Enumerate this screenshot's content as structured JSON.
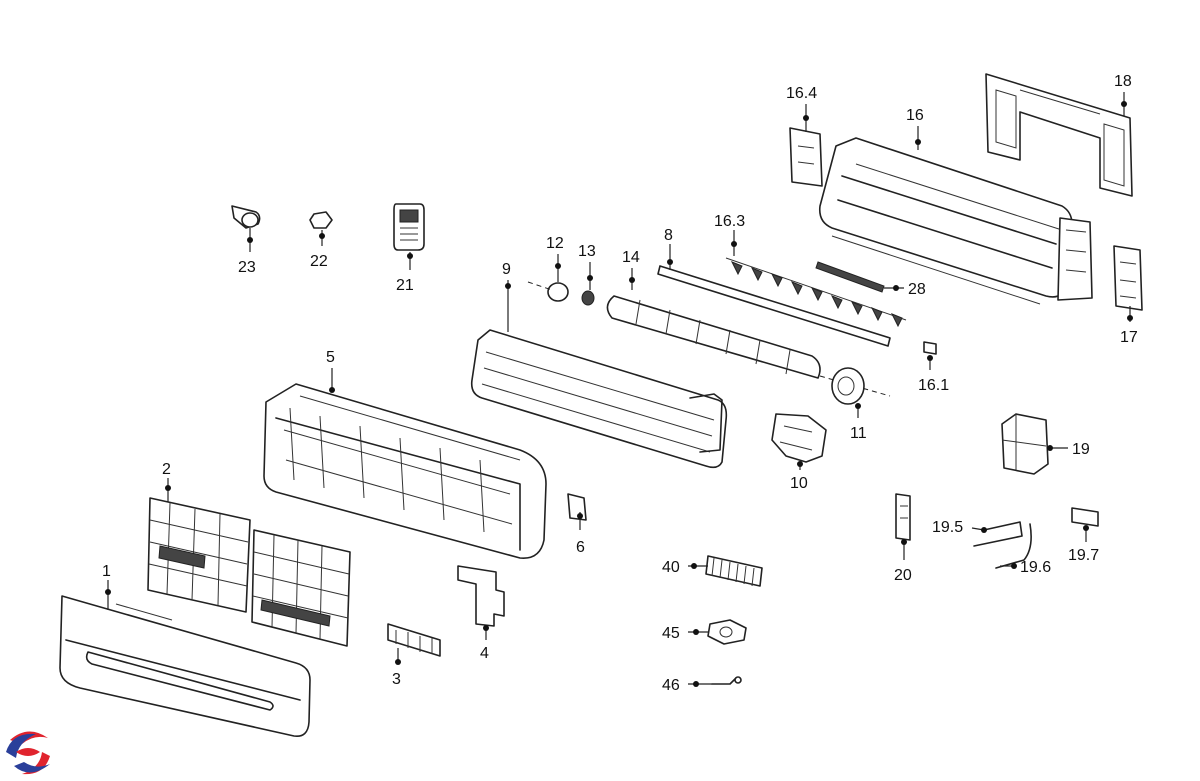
{
  "colors": {
    "line": "#222222",
    "logo_red": "#e0242e",
    "logo_blue": "#2a3f9a",
    "background": "#ffffff"
  },
  "logo": {
    "name": "brand-swirl-logo"
  },
  "callouts": {
    "c1": "1",
    "c2": "2",
    "c3": "3",
    "c4": "4",
    "c5": "5",
    "c6": "6",
    "c8": "8",
    "c9": "9",
    "c10": "10",
    "c11": "11",
    "c12": "12",
    "c13": "13",
    "c14": "14",
    "c16": "16",
    "c16_1": "16.1",
    "c16_3": "16.3",
    "c16_4": "16.4",
    "c17": "17",
    "c18": "18",
    "c19": "19",
    "c19_5": "19.5",
    "c19_6": "19.6",
    "c19_7": "19.7",
    "c20": "20",
    "c21": "21",
    "c22": "22",
    "c23": "23",
    "c28": "28",
    "c40": "40",
    "c45": "45",
    "c46": "46"
  }
}
